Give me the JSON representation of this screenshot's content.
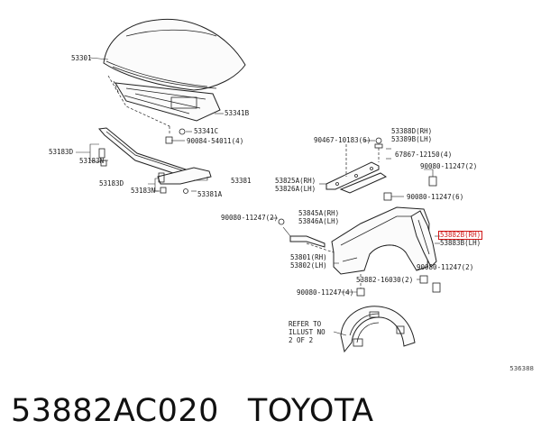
{
  "labels": {
    "p53301": "53301",
    "p53341B": "53341B",
    "p53341C": "53341C",
    "p90084": "90084-54011(4)",
    "p53183D_a": "53183D",
    "p53183N_a": "53183N",
    "p53183D_b": "53183D",
    "p53183N_b": "53183N",
    "p53381": "53381",
    "p53381A": "53381A",
    "p90467": "90467-10183(6)",
    "p53388D": "53388D(RH)",
    "p53389B": "53389B(LH)",
    "p67867": "67867-12150(4)",
    "p90080_a": "90080-11247(2)",
    "p53825A": "53825A(RH)",
    "p53826A": "53826A(LH)",
    "p90080_b": "90080-11247(6)",
    "p90080_c": "90080-11247(2)",
    "p53845A": "53845A(RH)",
    "p53846A": "53846A(LH)",
    "p53882B": "53882B(RH)",
    "p53883B": "53883B(LH)",
    "p53801": "53801(RH)",
    "p53802": "53802(LH)",
    "p90080_d": "90080-11247(2)",
    "p53882_16030": "53882-16030(2)",
    "p90080_e": "90080-11247(4)",
    "refer": "REFER TO\nILLUST NO\n2 OF 2"
  },
  "ref_code": "536388",
  "footer": {
    "part_number": "53882AC020",
    "brand": "TOYOTA"
  },
  "highlight_color": "#d01818"
}
